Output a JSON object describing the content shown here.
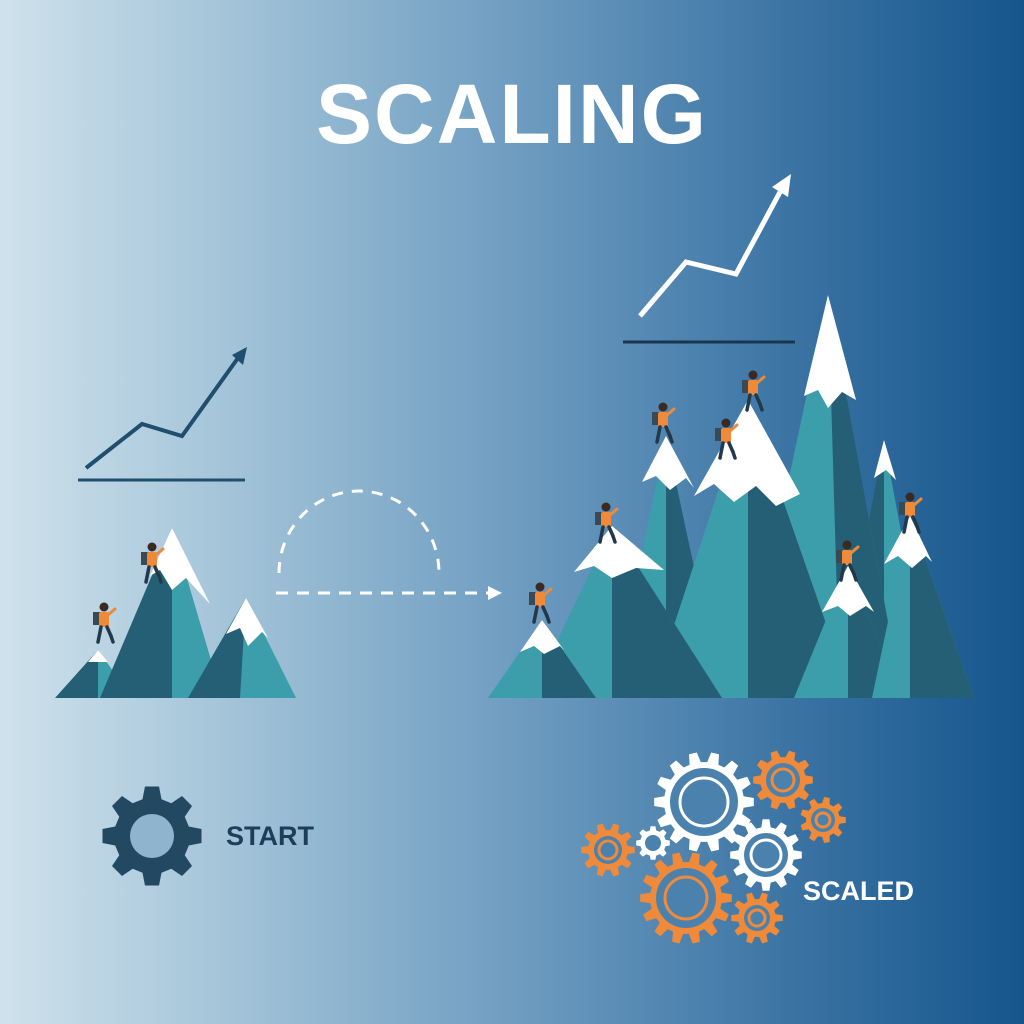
{
  "title": "SCALING",
  "labels": {
    "start": "START",
    "scaled": "SCALED"
  },
  "icons": {
    "start_gear": "gear-icon",
    "scaled_gears": "gear-icon",
    "trend": "trend-up-arrow-icon",
    "climber": "climber-icon"
  },
  "colors": {
    "teal_light": "#3c9eab",
    "teal_dark": "#255f75",
    "navy": "#1f4e6e",
    "snow": "#ffffff",
    "orange": "#ee8a3a",
    "gear_dark": "#234862"
  }
}
